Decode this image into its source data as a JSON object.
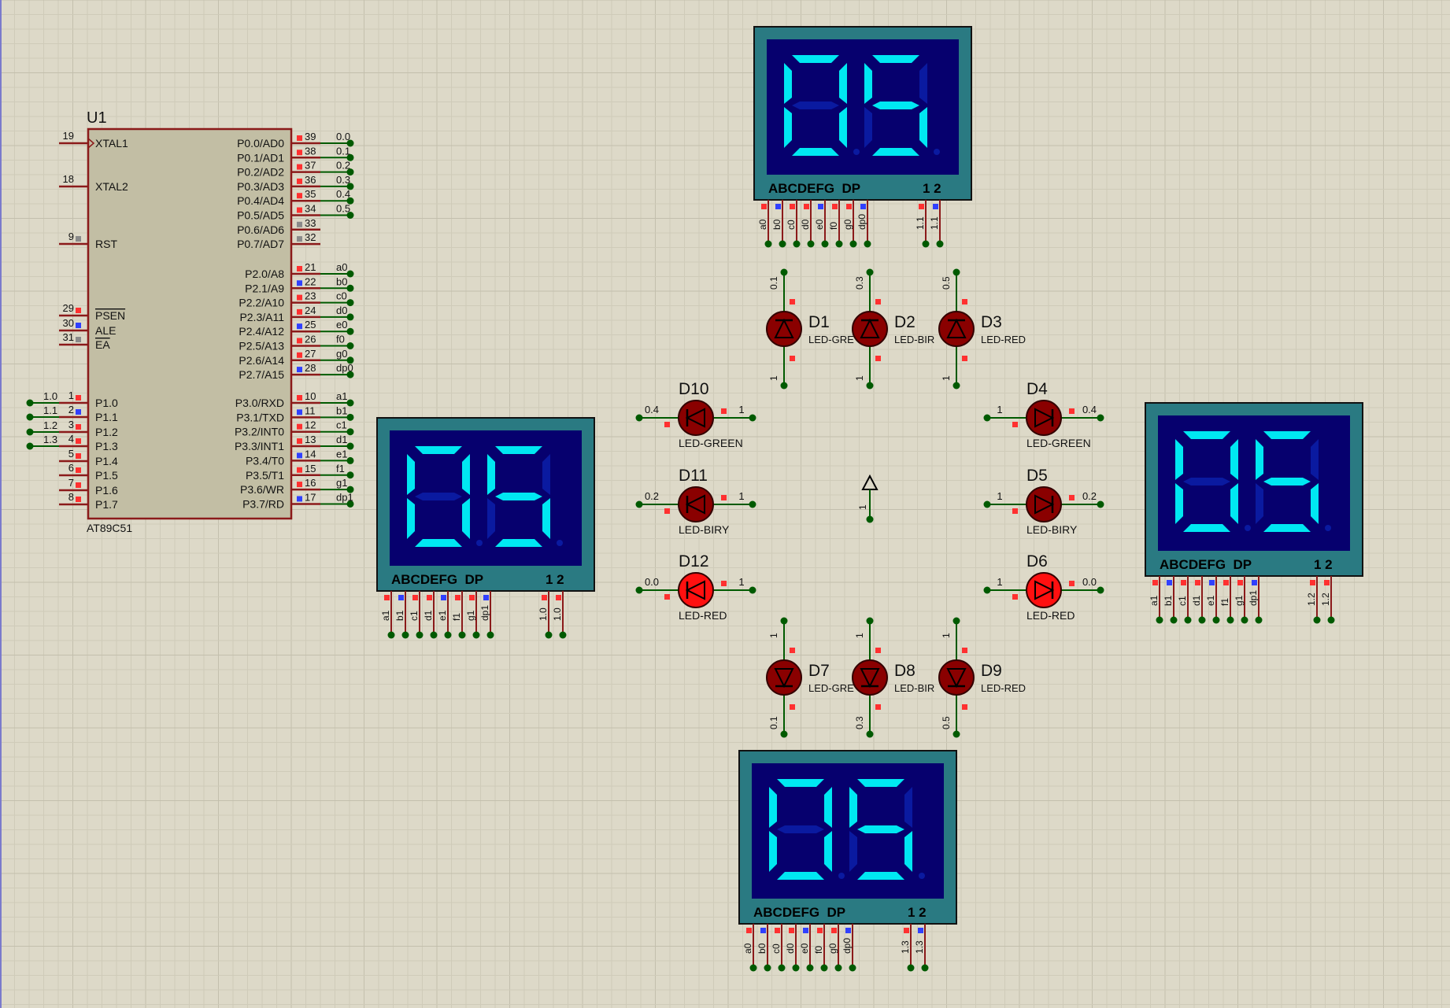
{
  "colors": {
    "sheet": "#ddd9c8",
    "grid_minor": "#cfcbb9",
    "grid_major": "#c3bfad",
    "wire": "#005a00",
    "chip_body": "#c2bea4",
    "chip_border": "#8b1a1a",
    "display_frame": "#2a7a82",
    "display_face": "#06006e",
    "segment_on": "#00e8f2",
    "segment_off": "#0a1aa0",
    "led_dark": "#8a0000",
    "led_lit": "#ff1010",
    "pin_red": "#ff3030",
    "pin_blue": "#3040ff",
    "pin_grey": "#8a8a8a"
  },
  "mcu": {
    "ref": "U1",
    "part": "AT89C51",
    "left_pins": [
      {
        "num": "19",
        "name": "XTAL1",
        "mark": "none",
        "net": "",
        "wired": false,
        "clock": true
      },
      {
        "num": "18",
        "name": "XTAL2",
        "mark": "none",
        "net": "",
        "wired": false
      },
      {
        "num": "9",
        "name": "RST",
        "mark": "grey",
        "net": "",
        "wired": false
      },
      {
        "num": "29",
        "name": "PSEN",
        "mark": "red",
        "net": "",
        "wired": false,
        "overline": true
      },
      {
        "num": "30",
        "name": "ALE",
        "mark": "blue",
        "net": "",
        "wired": false
      },
      {
        "num": "31",
        "name": "EA",
        "mark": "grey",
        "net": "",
        "wired": false,
        "overline": true
      },
      {
        "num": "1",
        "name": "P1.0",
        "mark": "red",
        "net": "1.0",
        "wired": true
      },
      {
        "num": "2",
        "name": "P1.1",
        "mark": "blue",
        "net": "1.1",
        "wired": true
      },
      {
        "num": "3",
        "name": "P1.2",
        "mark": "red",
        "net": "1.2",
        "wired": true
      },
      {
        "num": "4",
        "name": "P1.3",
        "mark": "red",
        "net": "1.3",
        "wired": true
      },
      {
        "num": "5",
        "name": "P1.4",
        "mark": "red",
        "net": "",
        "wired": false
      },
      {
        "num": "6",
        "name": "P1.5",
        "mark": "red",
        "net": "",
        "wired": false
      },
      {
        "num": "7",
        "name": "P1.6",
        "mark": "red",
        "net": "",
        "wired": false
      },
      {
        "num": "8",
        "name": "P1.7",
        "mark": "red",
        "net": "",
        "wired": false
      }
    ],
    "right_pins": [
      {
        "num": "39",
        "name": "P0.0/AD0",
        "mark": "red",
        "net": "0.0"
      },
      {
        "num": "38",
        "name": "P0.1/AD1",
        "mark": "red",
        "net": "0.1"
      },
      {
        "num": "37",
        "name": "P0.2/AD2",
        "mark": "red",
        "net": "0.2"
      },
      {
        "num": "36",
        "name": "P0.3/AD3",
        "mark": "red",
        "net": "0.3"
      },
      {
        "num": "35",
        "name": "P0.4/AD4",
        "mark": "red",
        "net": "0.4"
      },
      {
        "num": "34",
        "name": "P0.5/AD5",
        "mark": "red",
        "net": "0.5"
      },
      {
        "num": "33",
        "name": "P0.6/AD6",
        "mark": "grey",
        "net": ""
      },
      {
        "num": "32",
        "name": "P0.7/AD7",
        "mark": "grey",
        "net": ""
      },
      {
        "num": "21",
        "name": "P2.0/A8",
        "mark": "red",
        "net": "a0"
      },
      {
        "num": "22",
        "name": "P2.1/A9",
        "mark": "blue",
        "net": "b0"
      },
      {
        "num": "23",
        "name": "P2.2/A10",
        "mark": "red",
        "net": "c0"
      },
      {
        "num": "24",
        "name": "P2.3/A11",
        "mark": "red",
        "net": "d0"
      },
      {
        "num": "25",
        "name": "P2.4/A12",
        "mark": "blue",
        "net": "e0"
      },
      {
        "num": "26",
        "name": "P2.5/A13",
        "mark": "red",
        "net": "f0"
      },
      {
        "num": "27",
        "name": "P2.6/A14",
        "mark": "red",
        "net": "g0"
      },
      {
        "num": "28",
        "name": "P2.7/A15",
        "mark": "blue",
        "net": "dp0"
      },
      {
        "num": "10",
        "name": "P3.0/RXD",
        "mark": "red",
        "net": "a1"
      },
      {
        "num": "11",
        "name": "P3.1/TXD",
        "mark": "blue",
        "net": "b1"
      },
      {
        "num": "12",
        "name": "P3.2/INT0",
        "mark": "red",
        "net": "c1"
      },
      {
        "num": "13",
        "name": "P3.3/INT1",
        "mark": "red",
        "net": "d1"
      },
      {
        "num": "14",
        "name": "P3.4/T0",
        "mark": "blue",
        "net": "e1"
      },
      {
        "num": "15",
        "name": "P3.5/T1",
        "mark": "red",
        "net": "f1"
      },
      {
        "num": "16",
        "name": "P3.6/WR",
        "mark": "red",
        "net": "g1"
      },
      {
        "num": "17",
        "name": "P3.7/RD",
        "mark": "blue",
        "net": "dp1"
      }
    ]
  },
  "displays": [
    {
      "id": "top",
      "digits": "05",
      "header": "ABCDEFG  DP",
      "header_right": "1 2",
      "pins": [
        "a0",
        "b0",
        "c0",
        "d0",
        "e0",
        "f0",
        "g0",
        "dp0"
      ],
      "com": [
        "1.1",
        "1.1"
      ],
      "pin_marks": [
        "red",
        "blue",
        "red",
        "red",
        "blue",
        "red",
        "red",
        "blue"
      ],
      "com_marks": [
        "red",
        "blue"
      ]
    },
    {
      "id": "left",
      "digits": "05",
      "header": "ABCDEFG  DP",
      "header_right": "1 2",
      "pins": [
        "a1",
        "b1",
        "c1",
        "d1",
        "e1",
        "f1",
        "g1",
        "dp1"
      ],
      "com": [
        "1.0",
        "1.0"
      ],
      "pin_marks": [
        "red",
        "blue",
        "red",
        "red",
        "blue",
        "red",
        "red",
        "blue"
      ],
      "com_marks": [
        "red",
        "red"
      ]
    },
    {
      "id": "right",
      "digits": "05",
      "header": "ABCDEFG  DP",
      "header_right": "1 2",
      "pins": [
        "a1",
        "b1",
        "c1",
        "d1",
        "e1",
        "f1",
        "g1",
        "dp1"
      ],
      "com": [
        "1.2",
        "1.2"
      ],
      "pin_marks": [
        "red",
        "blue",
        "red",
        "red",
        "blue",
        "red",
        "red",
        "blue"
      ],
      "com_marks": [
        "red",
        "red"
      ]
    },
    {
      "id": "bottom",
      "digits": "05",
      "header": "ABCDEFG  DP",
      "header_right": "1 2",
      "pins": [
        "a0",
        "b0",
        "c0",
        "d0",
        "e0",
        "f0",
        "g0",
        "dp0"
      ],
      "com": [
        "1.3",
        "1.3"
      ],
      "pin_marks": [
        "red",
        "blue",
        "red",
        "red",
        "blue",
        "red",
        "red",
        "blue"
      ],
      "com_marks": [
        "red",
        "blue"
      ]
    }
  ],
  "leds": [
    {
      "ref": "D1",
      "type": "LED-GREEN",
      "visible_type": "LED-GRE",
      "lit": false,
      "net_a": "0.1",
      "net_b": "1"
    },
    {
      "ref": "D2",
      "type": "LED-BIRY",
      "visible_type": "LED-BIR",
      "lit": false,
      "net_a": "0.3",
      "net_b": "1"
    },
    {
      "ref": "D3",
      "type": "LED-RED",
      "visible_type": "LED-RED",
      "lit": false,
      "net_a": "0.5",
      "net_b": "1"
    },
    {
      "ref": "D4",
      "type": "LED-GREEN",
      "visible_type": "LED-GREEN",
      "lit": false,
      "net_a": "1",
      "net_b": "0.4"
    },
    {
      "ref": "D5",
      "type": "LED-BIRY",
      "visible_type": "LED-BIRY",
      "lit": false,
      "net_a": "1",
      "net_b": "0.2"
    },
    {
      "ref": "D6",
      "type": "LED-RED",
      "visible_type": "LED-RED",
      "lit": true,
      "net_a": "1",
      "net_b": "0.0"
    },
    {
      "ref": "D7",
      "type": "LED-GREEN",
      "visible_type": "LED-GRE",
      "lit": false,
      "net_a": "1",
      "net_b": "0.1"
    },
    {
      "ref": "D8",
      "type": "LED-BIRY",
      "visible_type": "LED-BIR",
      "lit": false,
      "net_a": "1",
      "net_b": "0.3"
    },
    {
      "ref": "D9",
      "type": "LED-RED",
      "visible_type": "LED-RED",
      "lit": false,
      "net_a": "1",
      "net_b": "0.5"
    },
    {
      "ref": "D10",
      "type": "LED-GREEN",
      "visible_type": "LED-GREEN",
      "lit": false,
      "net_a": "0.4",
      "net_b": "1"
    },
    {
      "ref": "D11",
      "type": "LED-BIRY",
      "visible_type": "LED-BIRY",
      "lit": false,
      "net_a": "0.2",
      "net_b": "1"
    },
    {
      "ref": "D12",
      "type": "LED-RED",
      "visible_type": "LED-RED",
      "lit": true,
      "net_a": "0.0",
      "net_b": "1"
    }
  ],
  "power": {
    "label": "1"
  }
}
